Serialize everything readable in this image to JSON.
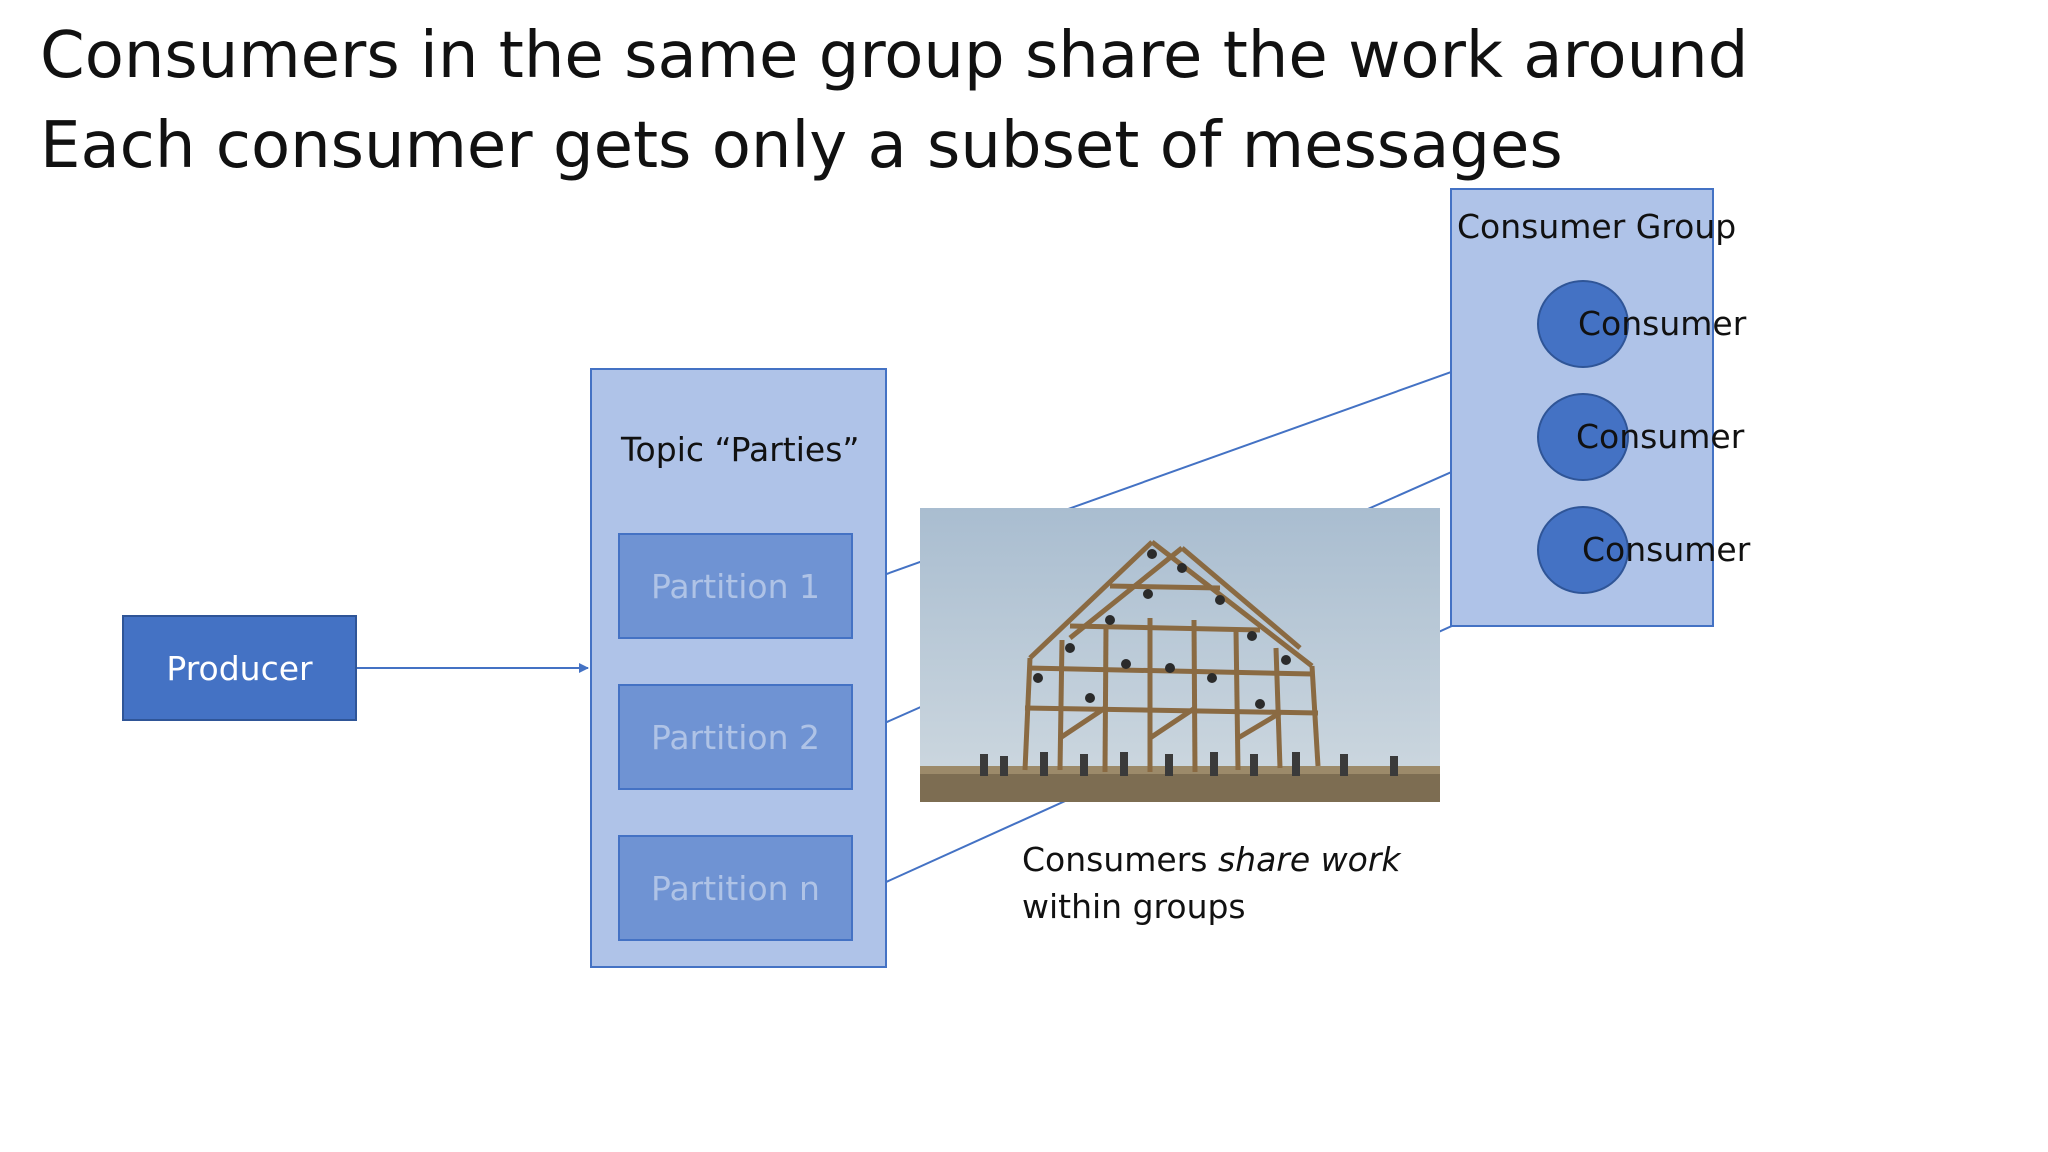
{
  "slide": {
    "title_line_1": "Consumers in the same group share the work around",
    "title_line_2": "Each consumer gets only a subset of messages"
  },
  "producer": {
    "label": "Producer"
  },
  "topic": {
    "label": "Topic “Parties”",
    "partitions": [
      "Partition 1",
      "Partition 2",
      "Partition n"
    ]
  },
  "consumer_group": {
    "label": "Consumer Group",
    "consumers": [
      "Consumer",
      "Consumer",
      "Consumer"
    ]
  },
  "caption": {
    "prefix": "Consumers ",
    "emphasis": "share work",
    "line_2": "within groups"
  },
  "colors": {
    "box_fill": "#4472c4",
    "box_border": "#2f5597",
    "container_fill": "#afc3e8",
    "partition_fill": "#6f93d3",
    "partition_text": "#afc3e6",
    "arrow": "#4472c4"
  },
  "icons": {
    "photo": "barn-raising-photo"
  }
}
